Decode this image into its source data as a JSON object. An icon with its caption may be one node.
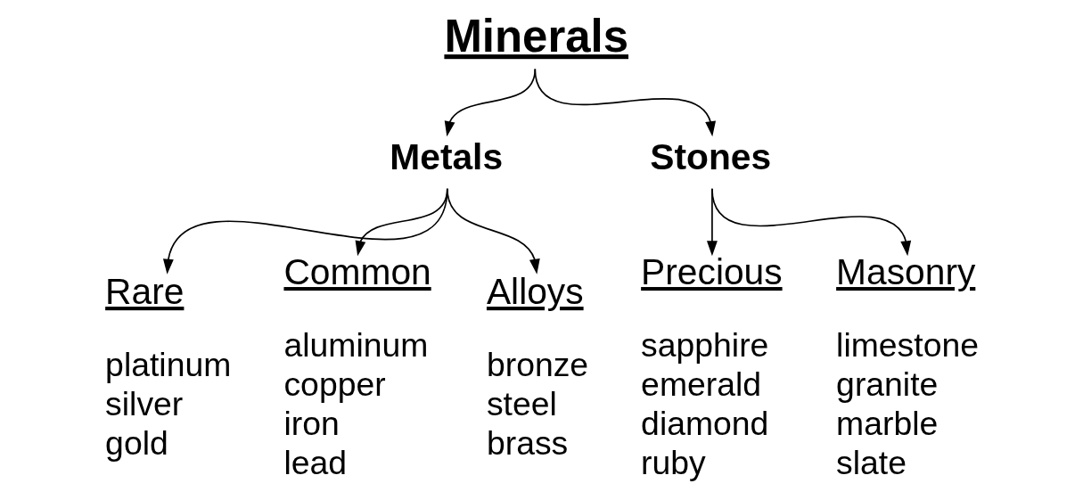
{
  "diagram": {
    "nodes": [
      {
        "text": [
          "Minerals"
        ]
      },
      {
        "text": [
          "Metals"
        ]
      },
      {
        "text": [
          "Stones"
        ]
      },
      {
        "text": [
          "Rare"
        ],
        "beside": [
          "platinum",
          "silver",
          "gold"
        ]
      },
      {
        "text": [
          "Common"
        ],
        "beside": [
          "aluminum",
          "copper",
          "iron",
          "lead"
        ]
      },
      {
        "text": [
          "Alloys"
        ],
        "beside": [
          "bronze",
          "steel",
          "brass"
        ]
      },
      {
        "text": [
          "Precious"
        ],
        "beside": [
          "sapphire",
          "emerald",
          "diamond",
          "ruby"
        ]
      },
      {
        "text": [
          "Masonry"
        ],
        "beside": [
          "limestone",
          "granite",
          "marble",
          "slate"
        ]
      }
    ],
    "edges": [
      {
        "from": 0,
        "to": 1,
        "arrow": "to"
      },
      {
        "from": 0,
        "to": 2,
        "arrow": "to"
      },
      {
        "from": 1,
        "to": 3,
        "arrow": "to"
      },
      {
        "from": 1,
        "to": 4,
        "arrow": "to"
      },
      {
        "from": 1,
        "to": 5,
        "arrow": "to"
      },
      {
        "from": 2,
        "to": 6,
        "arrow": "to"
      },
      {
        "from": 2,
        "to": 7,
        "arrow": "to"
      }
    ]
  }
}
